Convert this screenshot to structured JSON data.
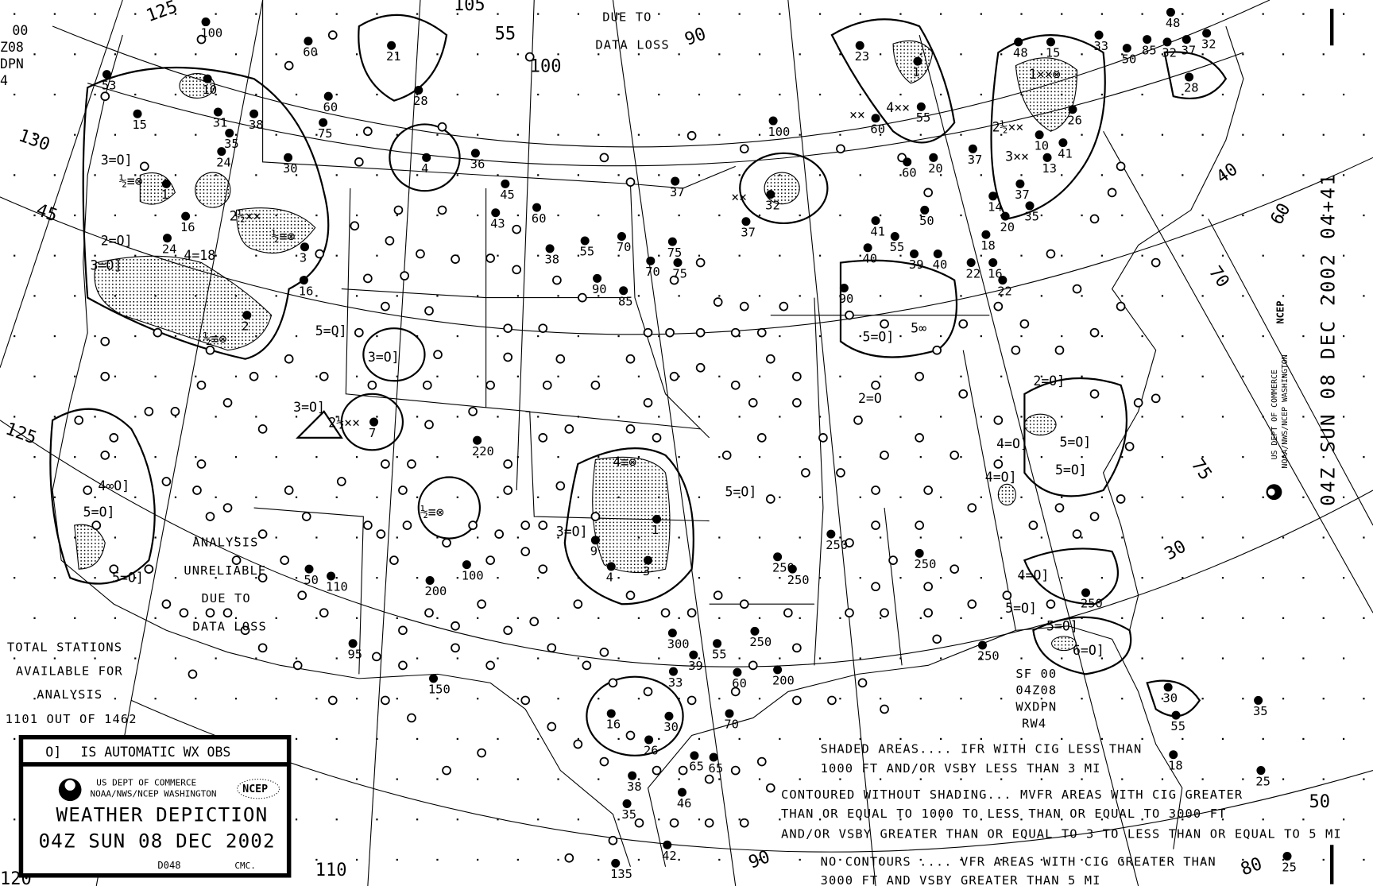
{
  "map": {
    "colors": {
      "ink": "#000000",
      "background": "#ffffff"
    },
    "grid_labels": [
      "125",
      "130",
      "45",
      "55",
      "105",
      "100",
      "90",
      "40",
      "70",
      "75",
      "30",
      "125",
      "120",
      "110",
      "90",
      "80",
      "60",
      "50"
    ],
    "top_left_header": [
      "00",
      "Z08",
      "DPN",
      "4"
    ],
    "notices": {
      "north_data_loss": [
        "DUE TO",
        "DATA LOSS"
      ],
      "west_unreliable": [
        "ANALYSIS",
        "UNRELIABLE",
        "DUE TO",
        "DATA LOSS"
      ],
      "total_stations": [
        "TOTAL STATIONS",
        "AVAILABLE FOR",
        "ANALYSIS",
        "1101 OUT OF 1462"
      ]
    },
    "product_id": [
      "SF 00",
      "04Z08",
      "WXDPN",
      "RW4"
    ],
    "legend_notes": [
      "SHADED AREAS.... IFR WITH CIG LESS THAN",
      "1000 FT AND/OR VSBY LESS THAN 3 MI",
      "CONTOURED WITHOUT SHADING... MVFR AREAS WITH CIG GREATER",
      "THAN OR EQUAL TO 1000 TO LESS THAN OR EQUAL TO 3000 FT",
      "AND/OR VSBY GREATER THAN OR EQUAL TO 3 TO LESS THAN OR EQUAL TO 5 MI",
      "NO CONTOURS .... VFR AREAS WITH CIG GREATER THAN",
      "3000 FT AND VSBY GREATER THAN 5 MI"
    ],
    "weather_symbols": [
      "3=O]",
      "3=O]",
      "5=O]",
      "5=O]",
      "4∞O]",
      "3=O]",
      "3=O]",
      "5=O]",
      "2=O]",
      "5=O]",
      "4=O]",
      "5=O]",
      "5=O]",
      "4=O]",
      "5=O]",
      "5=O]",
      "2=O]",
      "3=O]",
      "6=O]",
      "5=O]",
      "4=O]",
      "½≡⊗",
      "½≡⊗",
      "4=18",
      "2=O",
      "½≡⊗",
      "4≡⊗",
      "½≡⊗",
      "2½××",
      "2½××",
      "××",
      "××",
      "4××",
      "1××⊗",
      "2½××",
      "3××",
      "5∞"
    ],
    "station_labels": [
      "100",
      "53",
      "10",
      "15",
      "31",
      "38",
      "35",
      "24",
      "30",
      "60",
      "21",
      "28",
      "60",
      "75",
      "4",
      "36",
      "45",
      "43",
      "60",
      "38",
      "55",
      "70",
      "75",
      "70",
      "75",
      "90",
      "85",
      "100",
      "37",
      "32",
      "37",
      "60",
      "55",
      "20",
      "60",
      "50",
      "41",
      "55",
      "40",
      "39",
      "40",
      "14",
      "20",
      "18",
      "22",
      "16",
      "22",
      "35",
      "37",
      "37",
      "90",
      "16",
      "16",
      "24",
      "220",
      "50",
      "110",
      "200",
      "100",
      "95",
      "150",
      "300",
      "39",
      "33",
      "55",
      "60",
      "70",
      "16",
      "30",
      "26",
      "65",
      "65",
      "38",
      "46",
      "35",
      "42",
      "135",
      "250",
      "250",
      "250",
      "250",
      "200",
      "250",
      "250",
      "30",
      "55",
      "18",
      "35",
      "25",
      "25",
      "23",
      "48",
      "15",
      "33",
      "50",
      "85",
      "32",
      "48",
      "37",
      "32",
      "28",
      "1",
      "10",
      "41",
      "13",
      "26",
      "1",
      "2",
      "3",
      "9",
      "4",
      "3",
      "7",
      "1",
      "250"
    ]
  },
  "legend_box": {
    "automatic_obs_symbol": "O]",
    "automatic_obs_text": "IS AUTOMATIC WX OBS",
    "agency_line1": "US DEPT OF COMMERCE",
    "agency_line2": "NOAA/NWS/NCEP WASHINGTON",
    "ncep_logo": "NCEP",
    "title": "WEATHER DEPICTION",
    "valid_time": "04Z SUN  08 DEC 2002",
    "chart_code": "D048",
    "origin": "CMC."
  },
  "right_margin": {
    "valid_time": "04Z SUN  08 DEC 2002 04+41",
    "agency_line1": "US DEPT OF COMMERCE",
    "agency_line2": "NOAA/NWS/NCEP WASHINGTON",
    "ncep_logo": "NCEP"
  }
}
